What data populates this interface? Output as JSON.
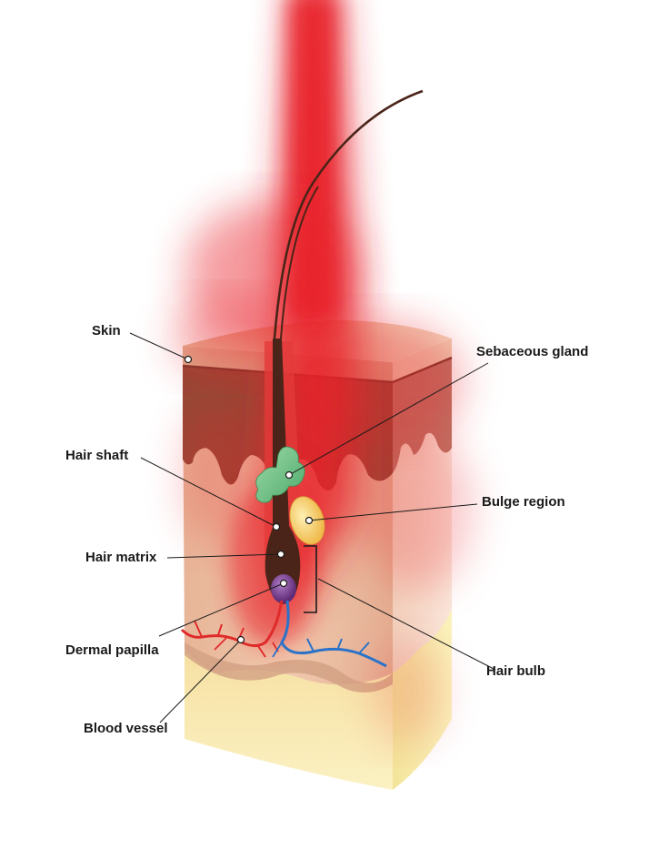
{
  "labels": {
    "skin": "Skin",
    "sebaceous_gland": "Sebaceous gland",
    "hair_shaft": "Hair shaft",
    "bulge_region": "Bulge region",
    "hair_matrix": "Hair matrix",
    "dermal_papilla": "Dermal papilla",
    "hair_bulb": "Hair bulb",
    "blood_vessel": "Blood vessel"
  },
  "colors": {
    "laser_beam": "#e8242c",
    "epidermis": "#e9c0a2",
    "dermis_upper": "#9a4a3a",
    "dermis": "#e6b79d",
    "fat_layer": "#f7e8a6",
    "hair": "#4a2418",
    "sebaceous_gland": "#6dbf87",
    "bulge": "#f3c766",
    "papilla": "#7a3d8f",
    "artery": "#e02b2b",
    "vein": "#2a73c8"
  },
  "icons": {
    "laser": "laser-beam-icon"
  }
}
